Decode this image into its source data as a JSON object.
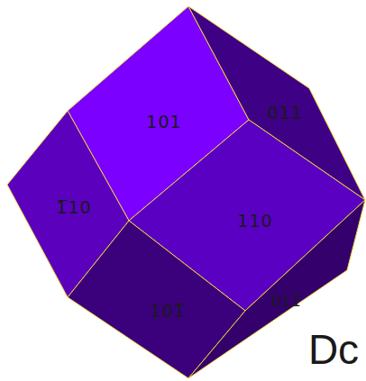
{
  "diagram": {
    "labels": [
      "101",
      "011",
      "1̅10",
      "110",
      "101̅",
      "011̅",
      "Dc"
    ]
  }
}
